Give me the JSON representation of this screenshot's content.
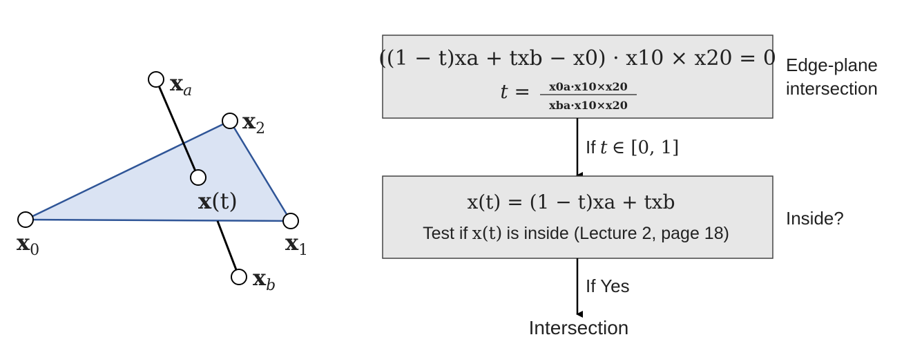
{
  "diagram": {
    "triangle": {
      "fill_color": "#dae3f3",
      "stroke_color": "#2f5597",
      "vertices": {
        "x0": {
          "base": "x",
          "sub": "0"
        },
        "x1": {
          "base": "x",
          "sub": "1"
        },
        "x2": {
          "base": "x",
          "sub": "2"
        }
      }
    },
    "segment": {
      "xa": {
        "base": "x",
        "sub": "a"
      },
      "xb": {
        "base": "x",
        "sub": "b"
      },
      "xt": {
        "base": "x",
        "arg": "(t)"
      }
    }
  },
  "flow": {
    "box_fill": "#e7e7e7",
    "box_stroke": "#444444",
    "box1": {
      "equation": "((1 − t)xa + txb − x0) · x10 × x20 = 0",
      "t_lhs": "t =",
      "t_numerator": "x0a·x10×x20",
      "t_denominator": "xba·x10×x20",
      "side_label_line1": "Edge-plane",
      "side_label_line2": "intersection"
    },
    "arrow1_label": {
      "prefix": "If",
      "t": "t",
      "rest": "∈ [0, 1]"
    },
    "box2": {
      "equation": "x(t) = (1 − t)xa + txb",
      "test_prefix": "Test if",
      "test_var": "x(t)",
      "test_suffix": "is inside (Lecture 2, page 18)",
      "side_label": "Inside?"
    },
    "arrow2_label": "If Yes",
    "result": "Intersection"
  }
}
